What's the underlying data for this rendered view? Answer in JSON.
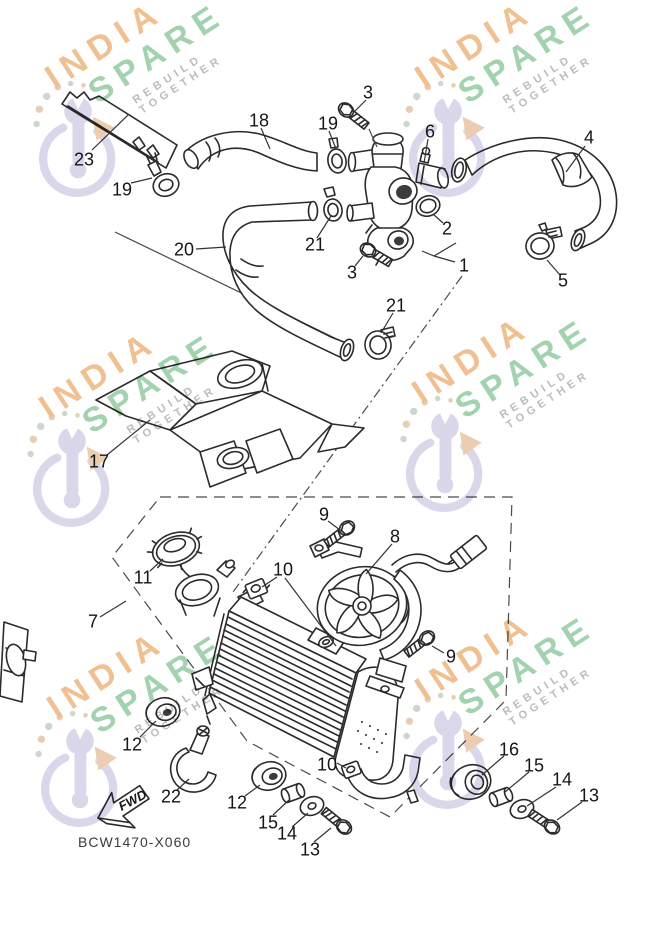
{
  "footer": {
    "drawing_code": "BCW1470-X060"
  },
  "fwd_arrow": {
    "label": "FWD"
  },
  "watermark": {
    "brand_line1": "INDIA",
    "brand_line2": "SPARE",
    "tagline": "REBUILD TOGETHER",
    "icon": "wrench-swoosh-icon",
    "colors": {
      "brand_line1": "#f0c091",
      "brand_line2": "#a3d2ae",
      "tagline": "#bcbcbc",
      "icon": "#d9d7e9",
      "arrow_head": "#eccdb2",
      "line_art": "#2b2b2b"
    }
  },
  "labels": [
    {
      "text": "23"
    },
    {
      "text": "19"
    },
    {
      "text": "18"
    },
    {
      "text": "3"
    },
    {
      "text": "19"
    },
    {
      "text": "6"
    },
    {
      "text": "4"
    },
    {
      "text": "2"
    },
    {
      "text": "1"
    },
    {
      "text": "3"
    },
    {
      "text": "21"
    },
    {
      "text": "5"
    },
    {
      "text": "20"
    },
    {
      "text": "21"
    },
    {
      "text": "17"
    },
    {
      "text": "9"
    },
    {
      "text": "8"
    },
    {
      "text": "11"
    },
    {
      "text": "10"
    },
    {
      "text": "7"
    },
    {
      "text": "9"
    },
    {
      "text": "12"
    },
    {
      "text": "22"
    },
    {
      "text": "12"
    },
    {
      "text": "15"
    },
    {
      "text": "14"
    },
    {
      "text": "13"
    },
    {
      "text": "10"
    },
    {
      "text": "16"
    },
    {
      "text": "15"
    },
    {
      "text": "14"
    },
    {
      "text": "13"
    }
  ]
}
